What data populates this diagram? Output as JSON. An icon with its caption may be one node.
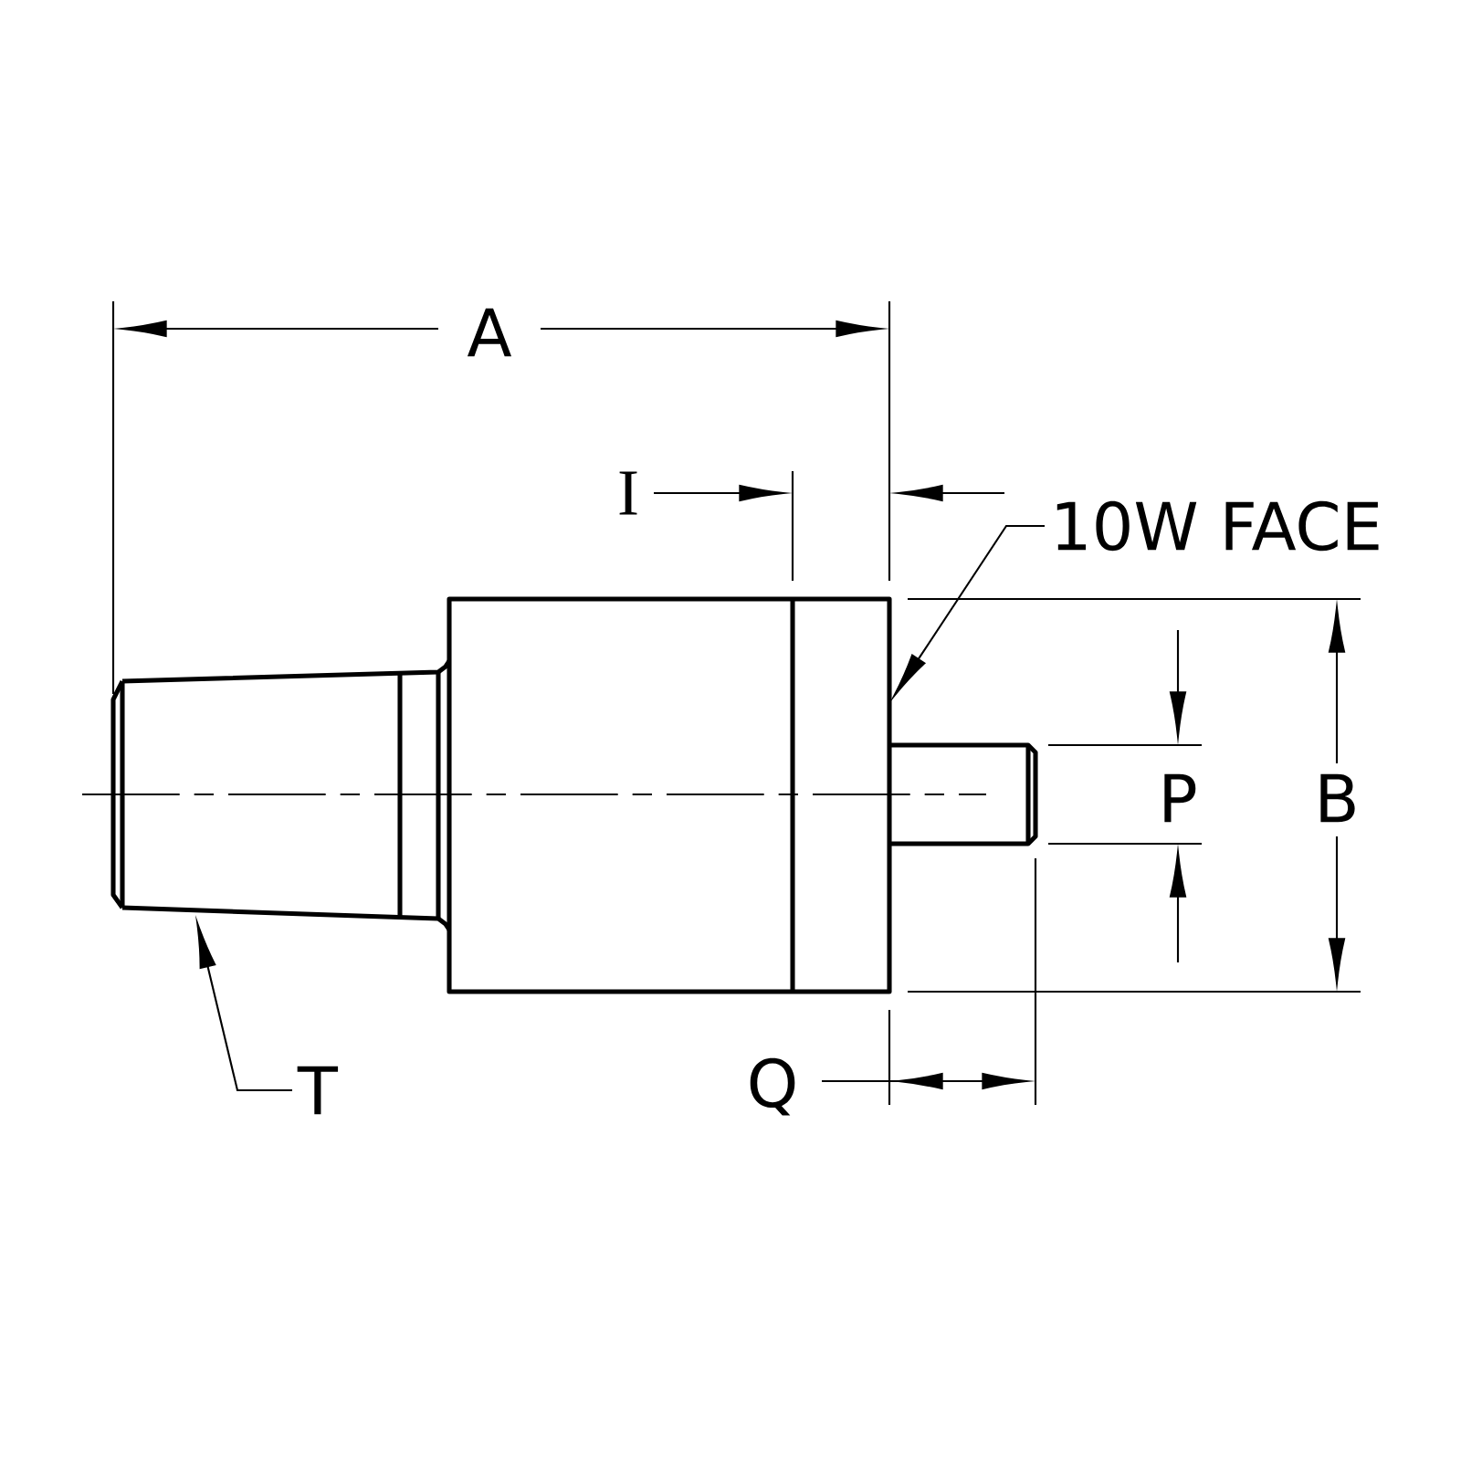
{
  "diagram": {
    "nodes": [
      {
        "text": [
          "10W FACE"
        ]
      },
      {
        "text": [
          "T"
        ]
      }
    ],
    "edges": [
      {
        "from": 0,
        "to": null,
        "arrow": "to"
      },
      {
        "from": 1,
        "to": null,
        "arrow": "to"
      }
    ],
    "labels": [
      "A",
      "I",
      "B",
      "P",
      "Q"
    ]
  }
}
